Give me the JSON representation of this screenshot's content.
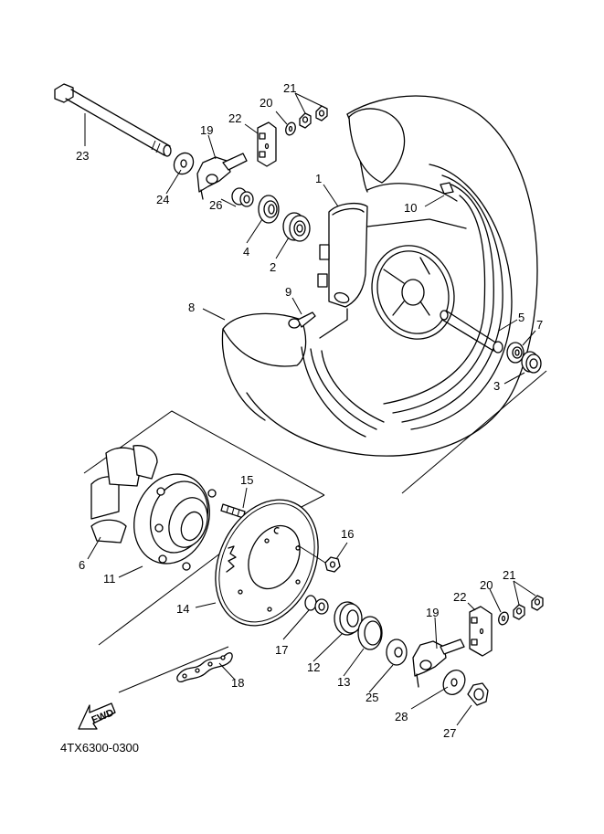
{
  "diagram": {
    "title": "Rear Wheel Exploded Parts Diagram",
    "code": "4TX6300-0300",
    "direction_label": "FWD",
    "parts": [
      {
        "no": "1",
        "name": "cast-wheel"
      },
      {
        "no": "2",
        "name": "bearing"
      },
      {
        "no": "3",
        "name": "bearing"
      },
      {
        "no": "4",
        "name": "oil-seal"
      },
      {
        "no": "5",
        "name": "spacer"
      },
      {
        "no": "6",
        "name": "damper"
      },
      {
        "no": "7",
        "name": "oil-seal"
      },
      {
        "no": "8",
        "name": "tire"
      },
      {
        "no": "9",
        "name": "valve"
      },
      {
        "no": "10",
        "name": "balance-weight"
      },
      {
        "no": "11",
        "name": "sprocket-hub"
      },
      {
        "no": "12",
        "name": "bearing"
      },
      {
        "no": "13",
        "name": "oil-seal"
      },
      {
        "no": "14",
        "name": "driven-sprocket"
      },
      {
        "no": "15",
        "name": "stud-bolt"
      },
      {
        "no": "16",
        "name": "nut"
      },
      {
        "no": "17",
        "name": "collar"
      },
      {
        "no": "18",
        "name": "drive-chain"
      },
      {
        "no": "19",
        "name": "chain-puller"
      },
      {
        "no": "20",
        "name": "washer"
      },
      {
        "no": "21",
        "name": "nut"
      },
      {
        "no": "22",
        "name": "chain-adjuster-plate"
      },
      {
        "no": "23",
        "name": "wheel-axle"
      },
      {
        "no": "24",
        "name": "washer"
      },
      {
        "no": "25",
        "name": "collar"
      },
      {
        "no": "26",
        "name": "collar"
      },
      {
        "no": "27",
        "name": "axle-nut"
      },
      {
        "no": "28",
        "name": "washer"
      }
    ],
    "labels": {
      "l1": "1",
      "l2": "2",
      "l3": "3",
      "l4": "4",
      "l5": "5",
      "l6": "6",
      "l7": "7",
      "l8": "8",
      "l9": "9",
      "l10": "10",
      "l11": "11",
      "l12": "12",
      "l13": "13",
      "l14": "14",
      "l15": "15",
      "l16": "16",
      "l17": "17",
      "l18": "18",
      "l19a": "19",
      "l19b": "19",
      "l20a": "20",
      "l20b": "20",
      "l21a": "21",
      "l21b": "21",
      "l22a": "22",
      "l22b": "22",
      "l23": "23",
      "l24": "24",
      "l25": "25",
      "l26": "26",
      "l27": "27",
      "l28": "28"
    }
  }
}
